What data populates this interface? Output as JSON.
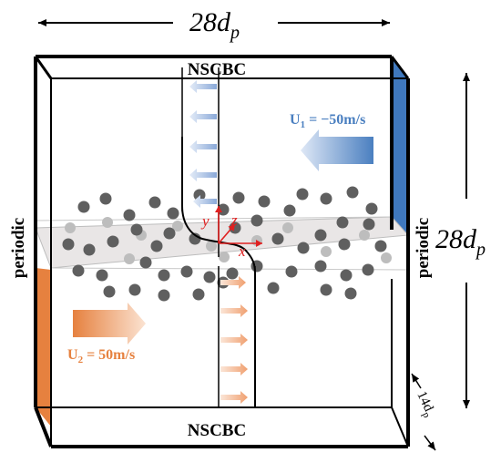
{
  "labels": {
    "width_main": "28d",
    "width_sub": "p",
    "height_main": "28d",
    "height_sub": "p",
    "depth_main": "14d",
    "depth_sub": "p",
    "nscbc_top": "NSCBC",
    "nscbc_bottom": "NSCBC",
    "periodic_left": "periodic",
    "periodic_right": "periodic",
    "u1_main": "U",
    "u1_sub": "1",
    "u1_value": " = −50m/s",
    "u2_main": "U",
    "u2_sub": "2",
    "u2_value": " = 50m/s",
    "axis_x": "x",
    "axis_y": "y",
    "axis_z": "z"
  },
  "colors": {
    "upper_flow": "#4a7fc0",
    "upper_flow_light": "#b9cdea",
    "lower_flow": "#e6813f",
    "lower_flow_light": "#f5c4a0",
    "axes": "#e02020",
    "particle": "#5f5f5f",
    "particle_faint": "#bdbdbd",
    "layer": "#e9e6e6",
    "frame": "#000000"
  }
}
